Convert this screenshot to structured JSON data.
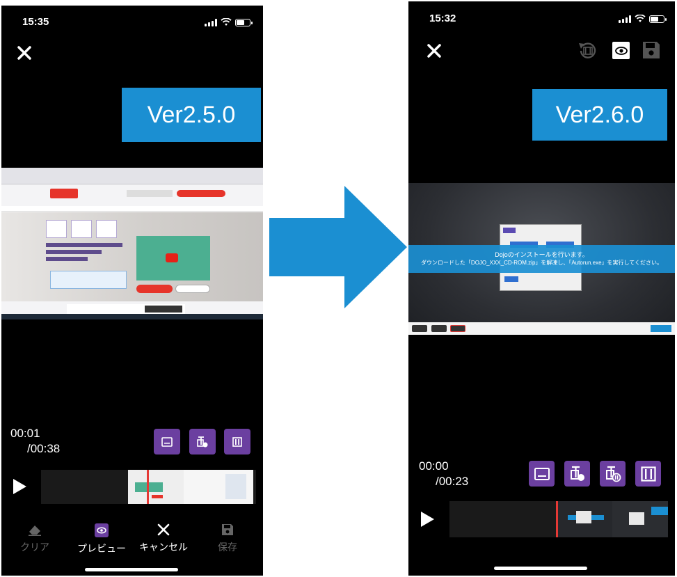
{
  "left": {
    "status_time": "15:35",
    "version": "Ver2.5.0",
    "time_current": "00:01",
    "time_total": "/00:38",
    "bottom_bar": {
      "clear": "クリア",
      "preview": "プレビュー",
      "cancel": "キャンセル",
      "save": "保存"
    }
  },
  "right": {
    "status_time": "15:32",
    "version": "Ver2.6.0",
    "time_current": "00:00",
    "time_total": "/00:23",
    "caption_line1": "Dojoのインストールを行います。",
    "caption_line2": "ダウンロードした「DOJO_XXX_CD-ROM.zip」を解凍し、「Autorun.exe」を実行してください。"
  },
  "colors": {
    "accent_purple": "#6b3fa0",
    "version_blue": "#1b8fd2",
    "arrow_blue": "#1b8fd2",
    "playhead_red": "#e53935"
  }
}
